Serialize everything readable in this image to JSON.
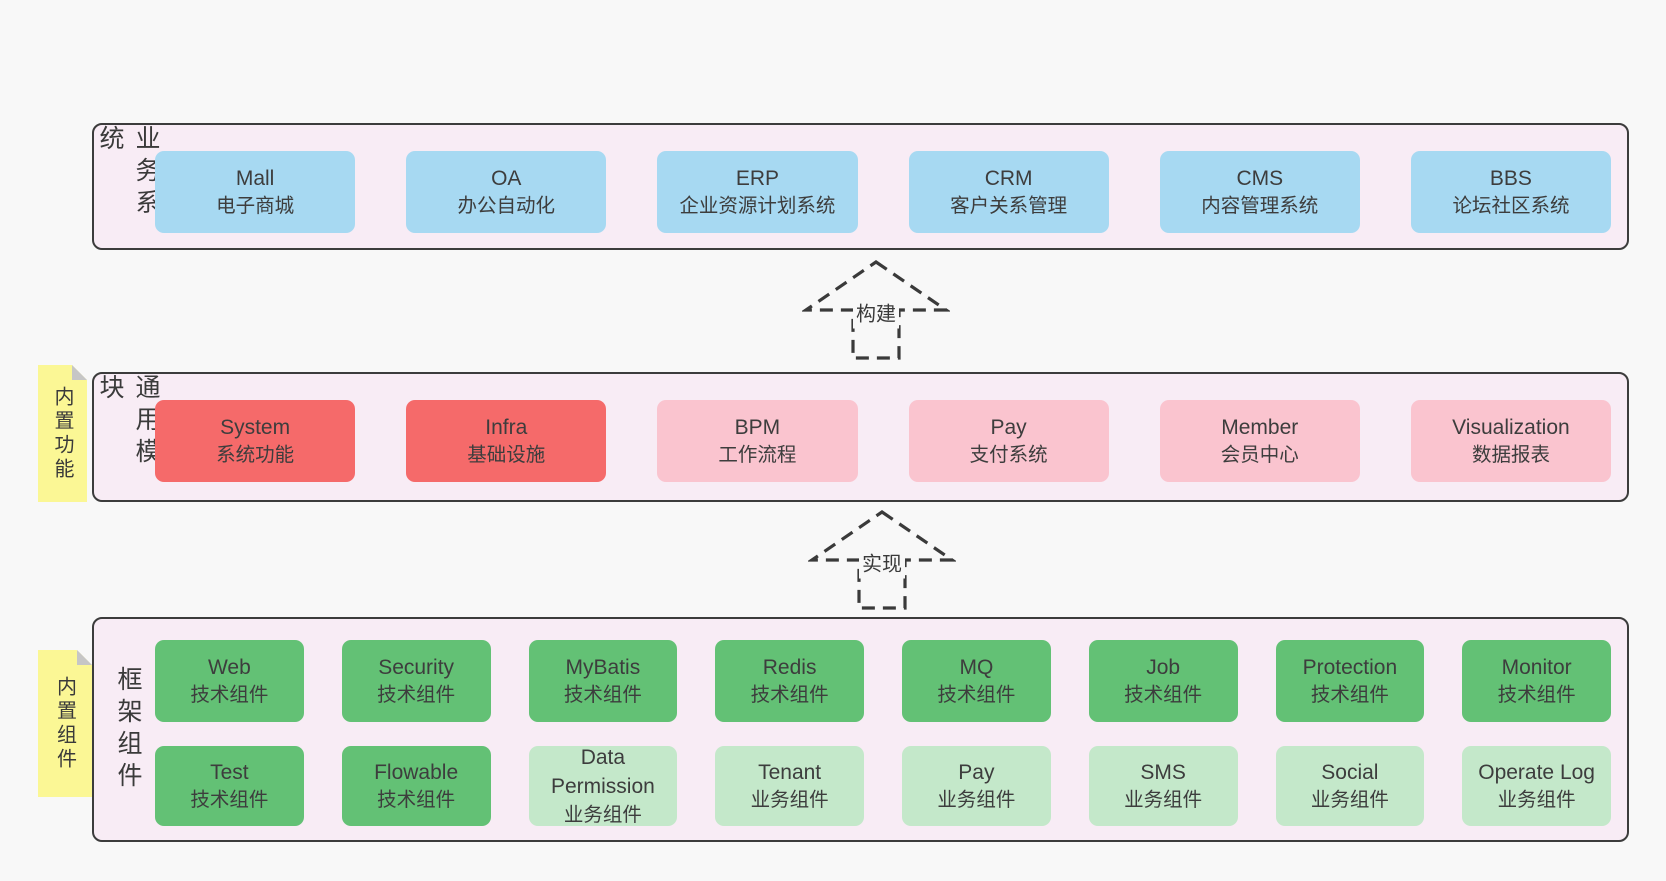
{
  "colors": {
    "page_bg": "#f8f8f8",
    "container_bg": "#f8ecf5",
    "container_border": "#3c3c3c",
    "blue_box": "#a7d9f2",
    "red_box": "#f56a6a",
    "pink_box": "#fac4cf",
    "green_box": "#63c175",
    "light_green_box": "#c4e8ca",
    "sticky_yellow": "#fbf795"
  },
  "layers": [
    {
      "label": "业务系统",
      "items": [
        {
          "name": "Mall",
          "subtitle": "电子商城",
          "variant": "blue"
        },
        {
          "name": "OA",
          "subtitle": "办公自动化",
          "variant": "blue"
        },
        {
          "name": "ERP",
          "subtitle": "企业资源计划系统",
          "variant": "blue"
        },
        {
          "name": "CRM",
          "subtitle": "客户关系管理",
          "variant": "blue"
        },
        {
          "name": "CMS",
          "subtitle": "内容管理系统",
          "variant": "blue"
        },
        {
          "name": "BBS",
          "subtitle": "论坛社区系统",
          "variant": "blue"
        }
      ]
    },
    {
      "label": "通用模块",
      "sticky": "内置功能",
      "items": [
        {
          "name": "System",
          "subtitle": "系统功能",
          "variant": "red"
        },
        {
          "name": "Infra",
          "subtitle": "基础设施",
          "variant": "red"
        },
        {
          "name": "BPM",
          "subtitle": "工作流程",
          "variant": "pink"
        },
        {
          "name": "Pay",
          "subtitle": "支付系统",
          "variant": "pink"
        },
        {
          "name": "Member",
          "subtitle": "会员中心",
          "variant": "pink"
        },
        {
          "name": "Visualization",
          "subtitle": "数据报表",
          "variant": "pink"
        }
      ]
    },
    {
      "label": "框架组件",
      "sticky": "内置组件",
      "rows": [
        [
          {
            "name": "Web",
            "subtitle": "技术组件",
            "variant": "green"
          },
          {
            "name": "Security",
            "subtitle": "技术组件",
            "variant": "green"
          },
          {
            "name": "MyBatis",
            "subtitle": "技术组件",
            "variant": "green"
          },
          {
            "name": "Redis",
            "subtitle": "技术组件",
            "variant": "green"
          },
          {
            "name": "MQ",
            "subtitle": "技术组件",
            "variant": "green"
          },
          {
            "name": "Job",
            "subtitle": "技术组件",
            "variant": "green"
          },
          {
            "name": "Protection",
            "subtitle": "技术组件",
            "variant": "green"
          },
          {
            "name": "Monitor",
            "subtitle": "技术组件",
            "variant": "green"
          }
        ],
        [
          {
            "name": "Test",
            "subtitle": "技术组件",
            "variant": "green"
          },
          {
            "name": "Flowable",
            "subtitle": "技术组件",
            "variant": "green"
          },
          {
            "name": "Data Permission",
            "subtitle": "业务组件",
            "variant": "light-green"
          },
          {
            "name": "Tenant",
            "subtitle": "业务组件",
            "variant": "light-green"
          },
          {
            "name": "Pay",
            "subtitle": "业务组件",
            "variant": "light-green"
          },
          {
            "name": "SMS",
            "subtitle": "业务组件",
            "variant": "light-green"
          },
          {
            "name": "Social",
            "subtitle": "业务组件",
            "variant": "light-green"
          },
          {
            "name": "Operate Log",
            "subtitle": "业务组件",
            "variant": "light-green"
          }
        ]
      ]
    }
  ],
  "arrows": [
    {
      "label": "构建"
    },
    {
      "label": "实现"
    }
  ]
}
